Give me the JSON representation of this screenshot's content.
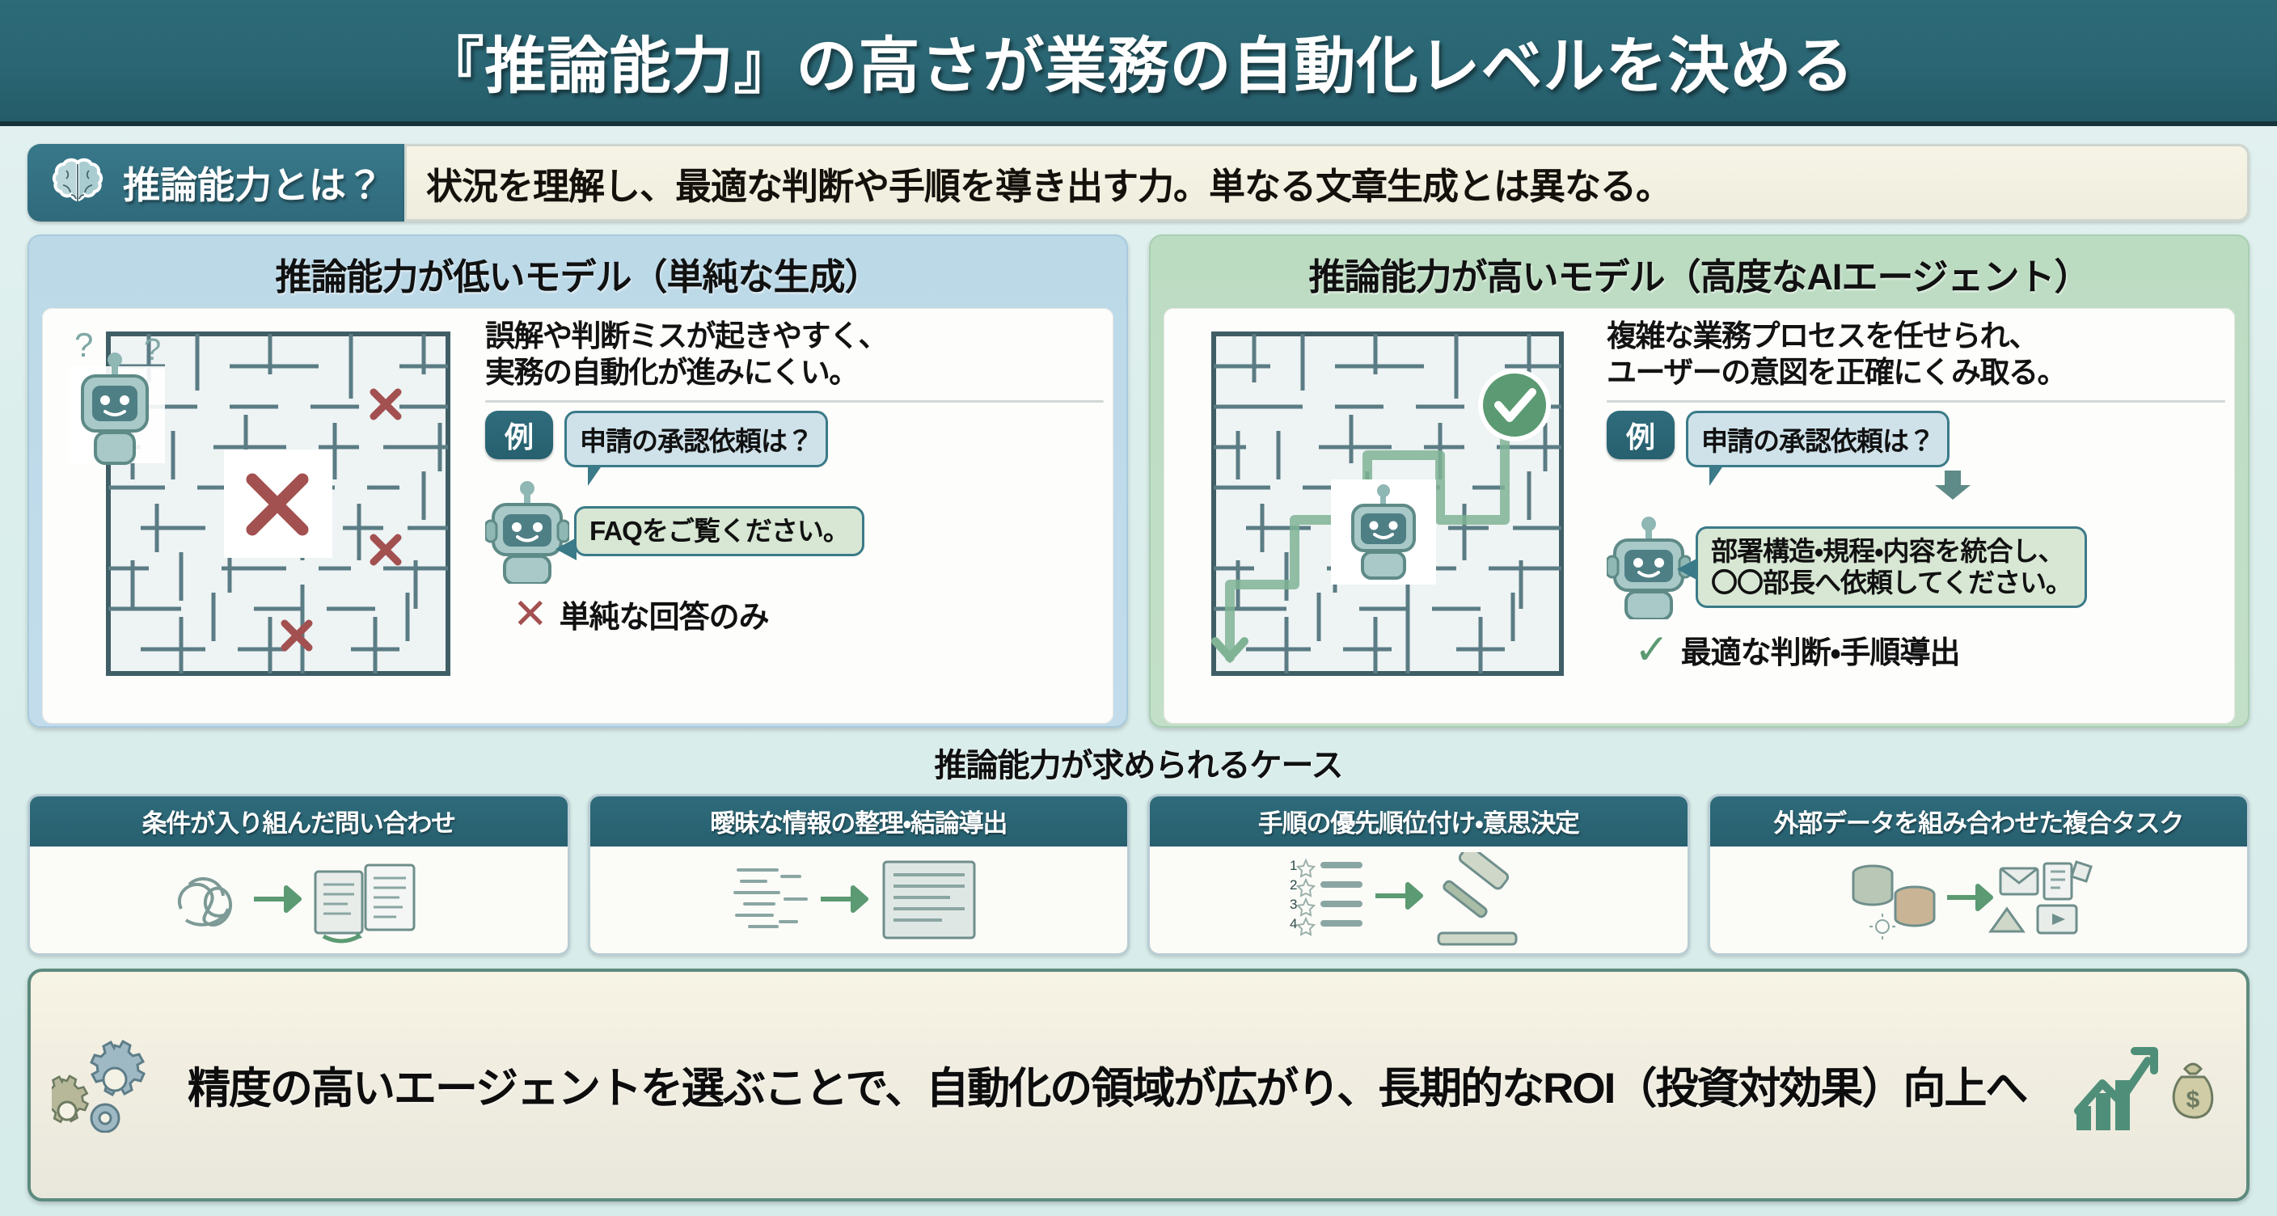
{
  "header": {
    "title": "『推論能力』の高さが業務の自動化レベルを決める"
  },
  "definition": {
    "icon": "brain-icon",
    "label": "推論能力とは？",
    "text": "状況を理解し、最適な判断や手順を導き出す力。単なる文章生成とは異なる。"
  },
  "panels": [
    {
      "id": "low",
      "title": "推論能力が低いモデル（単純な生成）",
      "lead": "誤解や判断ミスが起きやすく、\n実務の自動化が進みにくい。",
      "lead_line1": "誤解や判断ミスが起きやすく、",
      "lead_line2": "実務の自動化が進みにくい。",
      "example_badge": "例",
      "question": "申請の承認依頼は？",
      "answer_line1": "FAQをご覧ください。",
      "answer_line2": "",
      "verdict_mark": "✕",
      "verdict_text": "単純な回答のみ",
      "verdict_color": "#a35050",
      "maze_status_icon": "x-mark-icon",
      "header_bg": "#bcd9e8"
    },
    {
      "id": "high",
      "title": "推論能力が高いモデル（高度なAIエージェント）",
      "lead": "複雑な業務プロセスを任せられ、\nユーザーの意図を正確にくみ取る。",
      "lead_line1": "複雑な業務プロセスを任せられ、",
      "lead_line2": "ユーザーの意図を正確にくみ取る。",
      "example_badge": "例",
      "question": "申請の承認依頼は？",
      "answer_line1": "部署構造・規程・内容を統合し、",
      "answer_line2": "〇〇部長へ依頼してください。",
      "verdict_mark": "✓",
      "verdict_text": "最適な判断・手順導出",
      "verdict_color": "#5b9a72",
      "maze_status_icon": "check-circle-icon",
      "header_bg": "#bcdcc2"
    }
  ],
  "cases": {
    "heading": "推論能力が求められるケース",
    "items": [
      {
        "title": "条件が入り組んだ問い合わせ",
        "icon": "tangled-threads-to-documents-icon"
      },
      {
        "title": "曖昧な情報の整理・結論導出",
        "icon": "scattered-text-to-document-icon"
      },
      {
        "title": "手順の優先順位付け・意思決定",
        "icon": "ranked-list-to-gavel-icon"
      },
      {
        "title": "外部データを組み合わせた複合タスク",
        "icon": "databases-to-multichannel-icon"
      }
    ]
  },
  "footer": {
    "icon_left": "gears-icon",
    "text": "精度の高いエージェントを選ぶことで、自動化の領域が広がり、長期的なROI（投資対効果）向上へ",
    "icon_right": "growth-chart-money-icon"
  },
  "colors": {
    "brand_teal": "#2d6b78",
    "panel_low": "#bcd9e8",
    "panel_high": "#bcdcc2",
    "cream": "#f6f4e6",
    "bad_red": "#a35050",
    "good_green": "#5b9a72",
    "page_bg": "#dff0ee"
  }
}
